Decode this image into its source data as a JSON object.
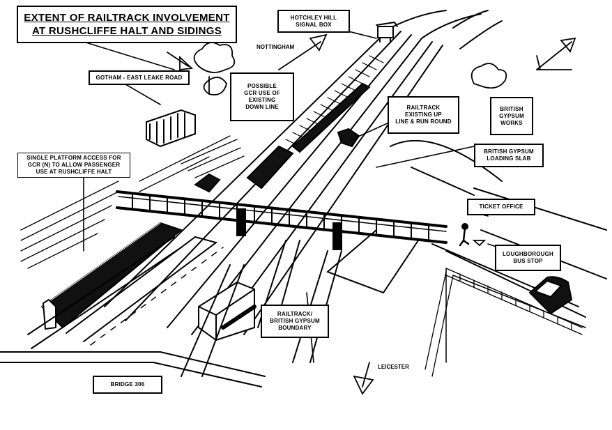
{
  "title": {
    "line1": "EXTENT OF RAILTRACK INVOLVEMENT",
    "line2": "AT RUSHCLIFFE HALT AND SIDINGS"
  },
  "labels": {
    "hotchley_hill": "HOTCHLEY HILL\nSIGNAL BOX",
    "gotham_road": "GOTHAM - EAST LEAKE ROAD",
    "possible_gcr": "POSSIBLE\nGCR USE OF\nEXISTING\nDOWN LINE",
    "railtrack_up_line": "RAILTRACK\nEXISTING UP\nLINE & RUN ROUND",
    "british_gypsum_works": "BRITISH\nGYPSUM\nWORKS",
    "loading_slab": "BRITISH GYPSUM\nLOADING SLAB",
    "single_platform": "SINGLE PLATFORM ACCESS FOR\nGCR (N) TO ALLOW PASSENGER\nUSE AT RUSHCLIFFE HALT",
    "ticket_office": "TICKET OFFICE",
    "bus_stop": "LOUGHBOROUGH\nBUS STOP",
    "boundary": "RAILTRACK/\nBRITISH GYPSUM\nBOUNDARY",
    "bridge": "BRIDGE 306"
  },
  "directions": {
    "north": "NOTTINGHAM",
    "south": "LEICESTER"
  },
  "colors": {
    "ink": "#000000",
    "paper": "#ffffff"
  }
}
